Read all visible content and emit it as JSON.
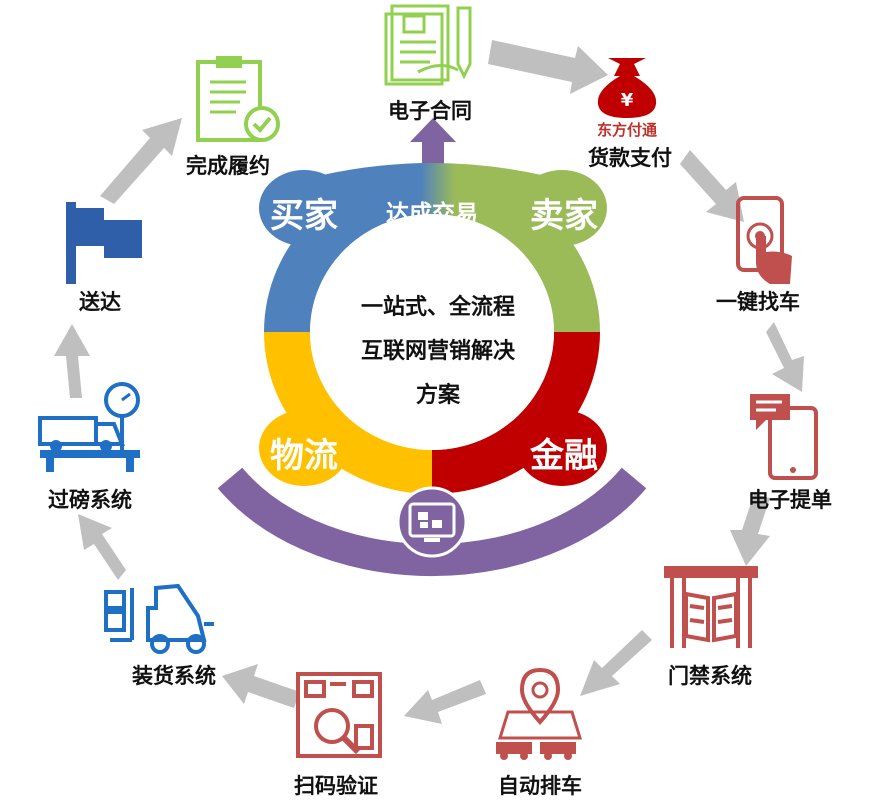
{
  "center": {
    "lines": [
      "一站式、全流程",
      "互联网营销解决",
      "方案"
    ],
    "deal_label": "达成交易"
  },
  "ring": {
    "buyer": "买家",
    "seller": "卖家",
    "logistics": "物流",
    "finance": "金融",
    "colors": {
      "buyer": "#4f81bd",
      "seller": "#9bbb59",
      "logistics": "#ffc000",
      "finance": "#c00000",
      "platform": "#8064a2"
    }
  },
  "steps": [
    {
      "label": "电子合同",
      "icon": "contract-icon",
      "color": "#92d050"
    },
    {
      "label": "货款支付",
      "icon": "money-bag-icon",
      "color": "#c00000",
      "brand": "东方付通"
    },
    {
      "label": "一键找车",
      "icon": "phone-tap-icon",
      "color": "#c0504d"
    },
    {
      "label": "电子提单",
      "icon": "phone-message-icon",
      "color": "#c0504d"
    },
    {
      "label": "门禁系统",
      "icon": "gate-icon",
      "color": "#c0504d"
    },
    {
      "label": "自动排车",
      "icon": "truck-dispatch-icon",
      "color": "#c0504d"
    },
    {
      "label": "扫码验证",
      "icon": "qr-scan-icon",
      "color": "#c0504d"
    },
    {
      "label": "装货系统",
      "icon": "forklift-icon",
      "color": "#1f6fc5"
    },
    {
      "label": "过磅系统",
      "icon": "weighbridge-icon",
      "color": "#1f6fc5"
    },
    {
      "label": "送达",
      "icon": "flag-icon",
      "color": "#2e5fa8"
    },
    {
      "label": "完成履约",
      "icon": "clipboard-check-icon",
      "color": "#92d050"
    }
  ],
  "arrow_color": "#bfbfbf"
}
